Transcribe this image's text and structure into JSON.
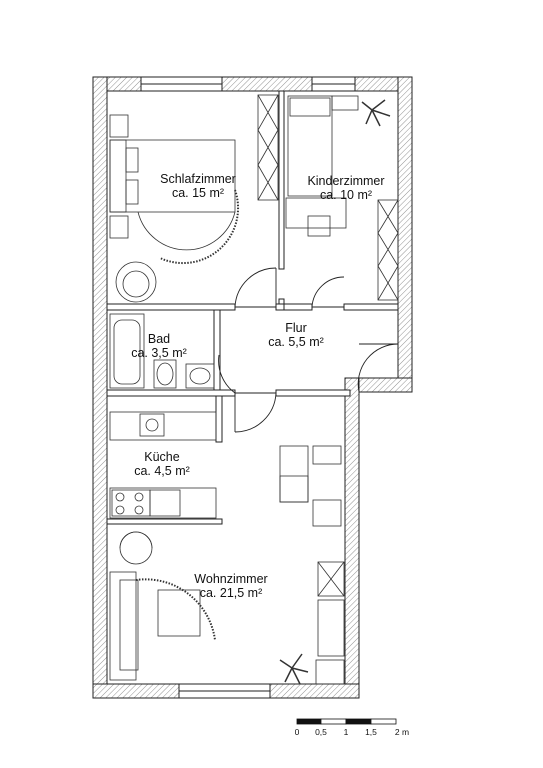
{
  "rooms": [
    {
      "id": "schlafzimmer",
      "name": "Schlafzimmer",
      "area": "ca. 15 m²"
    },
    {
      "id": "kinderzimmer",
      "name": "Kinderzimmer",
      "area": "ca. 10 m²"
    },
    {
      "id": "bad",
      "name": "Bad",
      "area": "ca. 3,5 m²"
    },
    {
      "id": "flur",
      "name": "Flur",
      "area": "ca. 5,5 m²"
    },
    {
      "id": "kueche",
      "name": "Küche",
      "area": "ca. 4,5 m²"
    },
    {
      "id": "wohnzimmer",
      "name": "Wohnzimmer",
      "area": "ca. 21,5 m²"
    }
  ],
  "scale_bar": {
    "ticks": [
      "0",
      "0,5",
      "1",
      "1,5",
      "2 m"
    ]
  }
}
